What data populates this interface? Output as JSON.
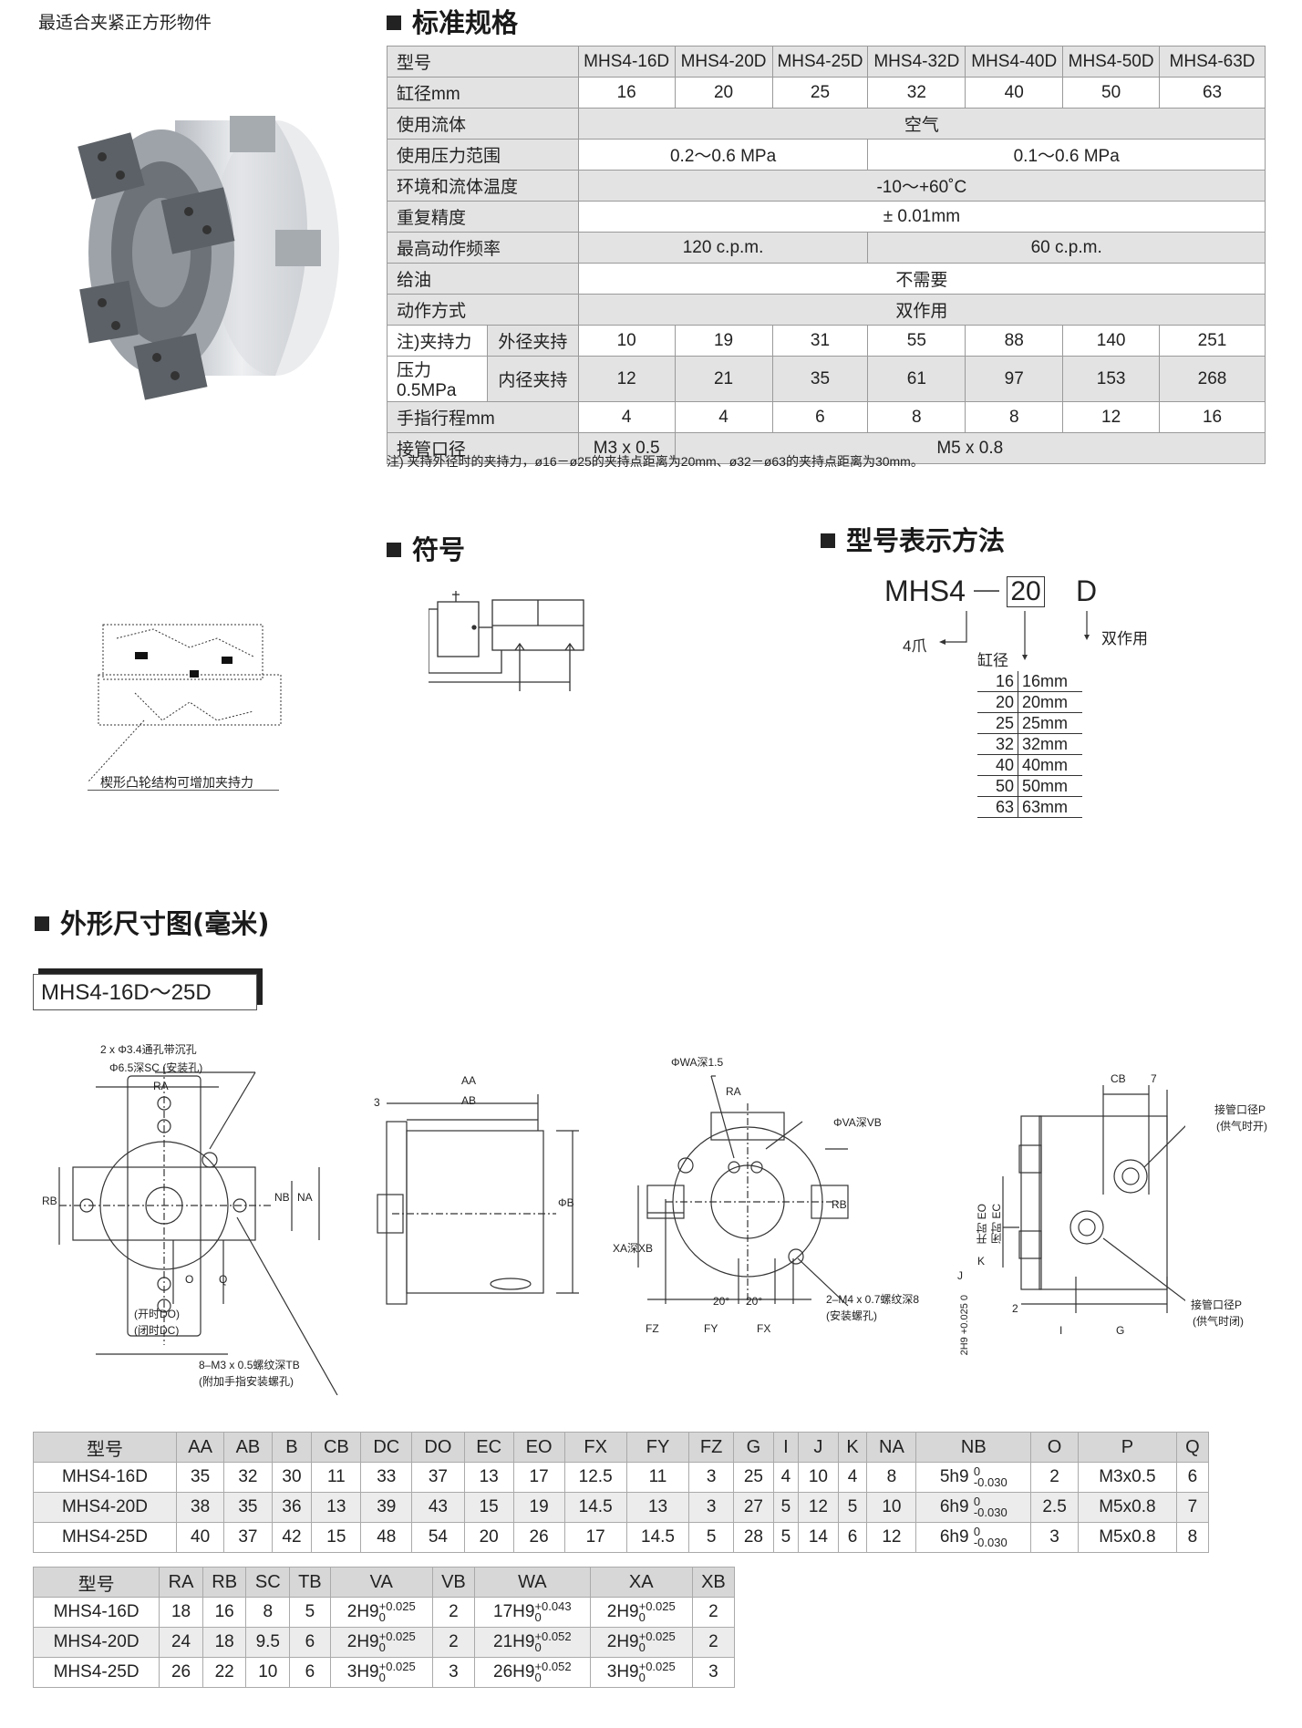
{
  "top_caption": "最适合夹紧正方形物件",
  "spec": {
    "title": "标准规格",
    "header_label": "型号",
    "models": [
      "MHS4-16D",
      "MHS4-20D",
      "MHS4-25D",
      "MHS4-32D",
      "MHS4-40D",
      "MHS4-50D",
      "MHS4-63D"
    ],
    "rows": {
      "bore": {
        "label": "缸径mm",
        "values": [
          "16",
          "20",
          "25",
          "32",
          "40",
          "50",
          "63"
        ]
      },
      "fluid": {
        "label": "使用流体",
        "value": "空气"
      },
      "pressure": {
        "label": "使用压力范围",
        "small": "0.2～0.6 MPa",
        "large": "0.1～0.6 MPa"
      },
      "temp": {
        "label": "环境和流体温度",
        "value": "-10～+60˚C"
      },
      "repeat": {
        "label": "重复精度",
        "value": "± 0.01mm"
      },
      "freq": {
        "label": "最高动作频率",
        "small": "120 c.p.m.",
        "large": "60 c.p.m."
      },
      "lube": {
        "label": "给油",
        "value": "不需要"
      },
      "action": {
        "label": "动作方式",
        "value": "双作用"
      },
      "force_label_1": "注)夹持力",
      "force_label_2": "压力0.5MPa",
      "ext": {
        "label": "外径夹持",
        "values": [
          "10",
          "19",
          "31",
          "55",
          "88",
          "140",
          "251"
        ]
      },
      "int": {
        "label": "内径夹持",
        "values": [
          "12",
          "21",
          "35",
          "61",
          "97",
          "153",
          "268"
        ]
      },
      "stroke": {
        "label": "手指行程mm",
        "values": [
          "4",
          "4",
          "6",
          "8",
          "8",
          "12",
          "16"
        ]
      },
      "port": {
        "label": "接管口径",
        "small": "M3 x 0.5",
        "large": "M5 x 0.8"
      }
    },
    "note": "注) 夹持外径时的夹持力，ø16－ø25的夹持点距离为20mm、ø32－ø63的夹持点距离为30mm。"
  },
  "symbol_title": "符号",
  "cam_caption": "楔形凸轮结构可增加夹持力",
  "model_code": {
    "title": "型号表示方法",
    "prefix": "MHS4",
    "dash": "—",
    "bore": "20",
    "suffix": "D",
    "claw_label": "4爪",
    "bore_label": "缸径",
    "action_label": "双作用",
    "bore_list": [
      [
        "16",
        "16mm"
      ],
      [
        "20",
        "20mm"
      ],
      [
        "25",
        "25mm"
      ],
      [
        "32",
        "32mm"
      ],
      [
        "40",
        "40mm"
      ],
      [
        "50",
        "50mm"
      ],
      [
        "63",
        "63mm"
      ]
    ]
  },
  "dims": {
    "title": "外形尺寸图(毫米)",
    "model_box": "MHS4-16D～25D",
    "labels": {
      "holes": "2 x Φ3.4通孔带沉孔",
      "cb_holes": "Φ6.5深SC (安装孔)",
      "ra": "RA",
      "rb": "RB",
      "nb": "NB",
      "na": "NA",
      "o": "O",
      "q": "Q",
      "do": "(开时DO)",
      "dc": "(闭时DC)",
      "m3": "8–M3 x 0.5螺纹深TB",
      "m3b": "(附加手指安装螺孔)",
      "aa": "AA",
      "ab": "AB",
      "three": "3",
      "b": "ΦB",
      "wa": "ΦWA深1.5",
      "va": "ΦVA深VB",
      "xa": "XA深XB",
      "deg": "20°",
      "fz": "FZ",
      "fy": "FY",
      "fx": "FX",
      "m4": "2–M4 x 0.7螺纹深8",
      "m4b": "(安装螺孔)",
      "cb": "CB",
      "seven": "7",
      "port_open": "接管口径P",
      "port_open_b": "(供气时开)",
      "port_close": "接管口径P",
      "port_close_b": "(供气时闭)",
      "eo": "开时 EO",
      "ec": "闭时 EC",
      "k": "K",
      "j": "J",
      "two": "2",
      "i": "I",
      "g": "G",
      "h9": "2H9 +0.025 0"
    }
  },
  "table1": {
    "headers": [
      "型号",
      "AA",
      "AB",
      "B",
      "CB",
      "DC",
      "DO",
      "EC",
      "EO",
      "FX",
      "FY",
      "FZ",
      "G",
      "I",
      "J",
      "K",
      "NA",
      "NB",
      "O",
      "P",
      "Q"
    ],
    "rows": [
      {
        "c": [
          "MHS4-16D",
          "35",
          "32",
          "30",
          "11",
          "33",
          "37",
          "13",
          "17",
          "12.5",
          "11",
          "3",
          "25",
          "4",
          "10",
          "4",
          "8"
        ],
        "nb": "5h9",
        "nbu": "0",
        "nbl": "-0.030",
        "t": [
          "2",
          "M3x0.5",
          "6"
        ]
      },
      {
        "c": [
          "MHS4-20D",
          "38",
          "35",
          "36",
          "13",
          "39",
          "43",
          "15",
          "19",
          "14.5",
          "13",
          "3",
          "27",
          "5",
          "12",
          "5",
          "10"
        ],
        "nb": "6h9",
        "nbu": "0",
        "nbl": "-0.030",
        "t": [
          "2.5",
          "M5x0.8",
          "7"
        ]
      },
      {
        "c": [
          "MHS4-25D",
          "40",
          "37",
          "42",
          "15",
          "48",
          "54",
          "20",
          "26",
          "17",
          "14.5",
          "5",
          "28",
          "5",
          "14",
          "6",
          "12"
        ],
        "nb": "6h9",
        "nbu": "0",
        "nbl": "-0.030",
        "t": [
          "3",
          "M5x0.8",
          "8"
        ]
      }
    ]
  },
  "table2": {
    "headers": [
      "型号",
      "RA",
      "RB",
      "SC",
      "TB",
      "VA",
      "VB",
      "WA",
      "XA",
      "XB"
    ],
    "rows": [
      {
        "m": "MHS4-16D",
        "ra": "18",
        "rb": "16",
        "sc": "8",
        "tb": "5",
        "va": "2H9",
        "vau": "+0.025",
        "val": "0",
        "vb": "2",
        "wa": "17H9",
        "wau": "+0.043",
        "wal": "0",
        "xa": "2H9",
        "xau": "+0.025",
        "xal": "0",
        "xb": "2"
      },
      {
        "m": "MHS4-20D",
        "ra": "24",
        "rb": "18",
        "sc": "9.5",
        "tb": "6",
        "va": "2H9",
        "vau": "+0.025",
        "val": "0",
        "vb": "2",
        "wa": "21H9",
        "wau": "+0.052",
        "wal": "0",
        "xa": "2H9",
        "xau": "+0.025",
        "xal": "0",
        "xb": "2"
      },
      {
        "m": "MHS4-25D",
        "ra": "26",
        "rb": "22",
        "sc": "10",
        "tb": "6",
        "va": "3H9",
        "vau": "+0.025",
        "val": "0",
        "vb": "3",
        "wa": "26H9",
        "wau": "+0.052",
        "wal": "0",
        "xa": "3H9",
        "xau": "+0.025",
        "xal": "0",
        "xb": "3"
      }
    ]
  }
}
